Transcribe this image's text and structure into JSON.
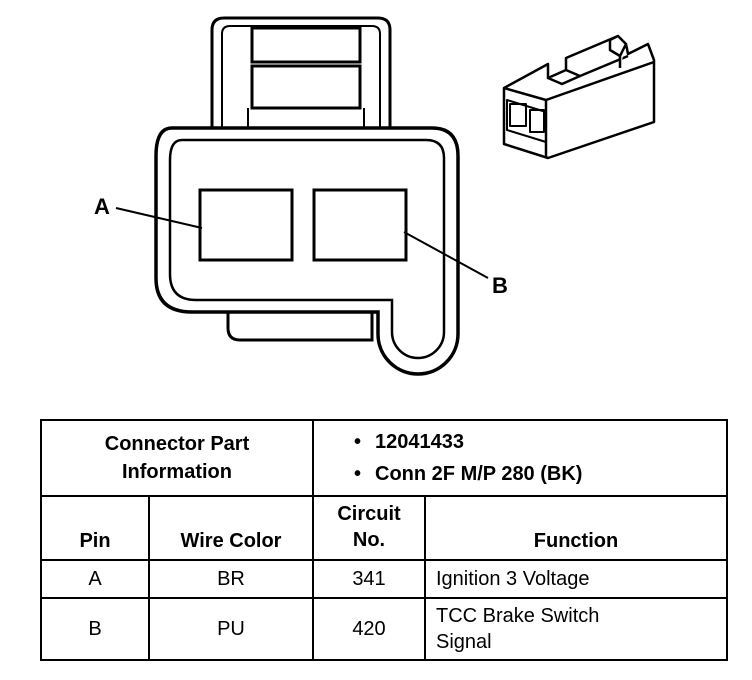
{
  "callouts": {
    "a": "A",
    "b": "B"
  },
  "connector_info": {
    "title_line1": "Connector Part",
    "title_line2": "Information",
    "items": [
      "12041433",
      "Conn 2F M/P 280 (BK)"
    ]
  },
  "columns": {
    "pin": "Pin",
    "wire_color": "Wire Color",
    "circuit_line1": "Circuit",
    "circuit_line2": "No.",
    "function": "Function"
  },
  "rows": [
    {
      "pin": "A",
      "wire_color": "BR",
      "circuit": "341",
      "function_line1": "Ignition 3 Voltage",
      "function_line2": ""
    },
    {
      "pin": "B",
      "wire_color": "PU",
      "circuit": "420",
      "function_line1": "TCC Brake Switch",
      "function_line2": "Signal"
    }
  ]
}
